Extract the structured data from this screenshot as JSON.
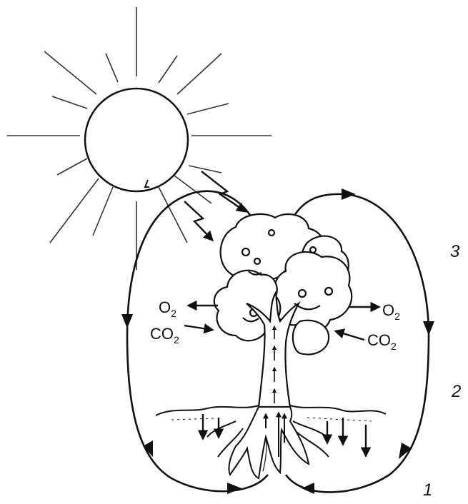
{
  "labels": {
    "o2_left": {
      "main": "O",
      "sub": "2"
    },
    "co2_left": {
      "main": "CO",
      "sub": "2"
    },
    "o2_right": {
      "main": "O",
      "sub": "2"
    },
    "co2_right": {
      "main": "CO",
      "sub": "2"
    },
    "marker_1": "1",
    "marker_2": "2",
    "marker_3": "3"
  },
  "colors": {
    "ink": "#111111",
    "background": "#ffffff"
  }
}
